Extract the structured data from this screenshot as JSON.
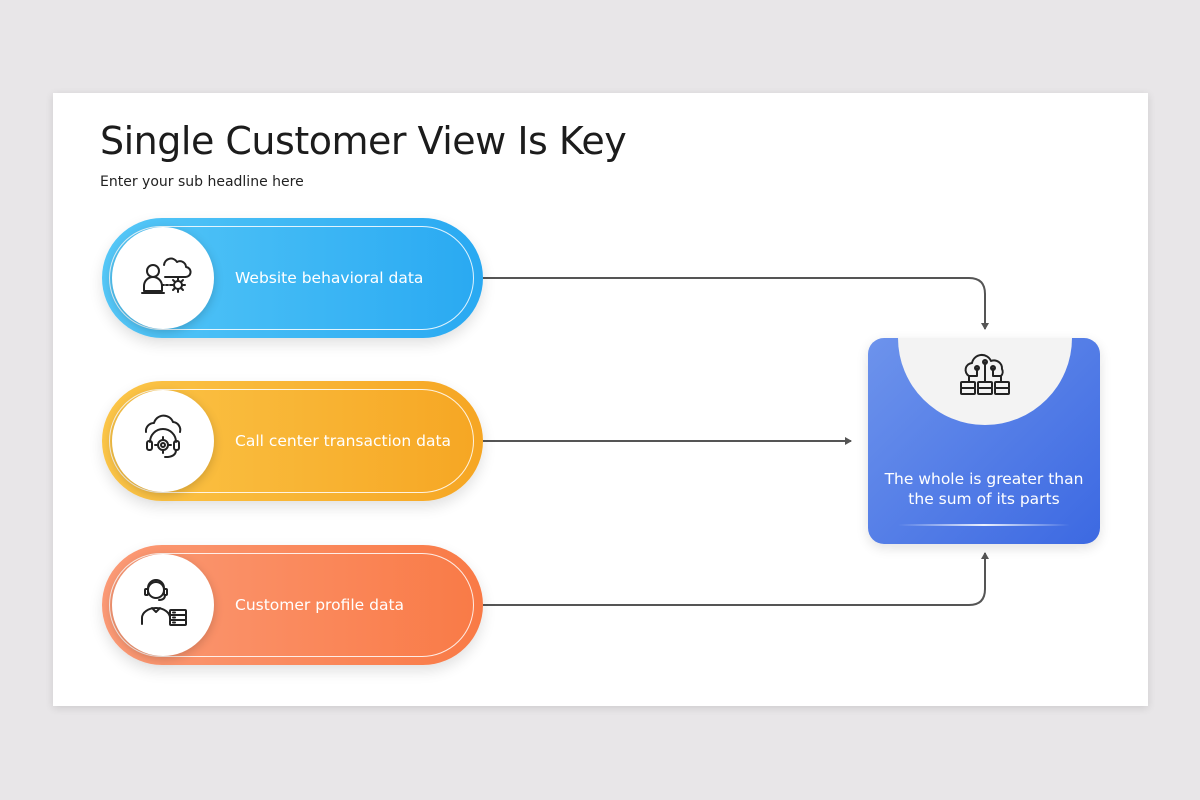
{
  "slide": {
    "title": "Single Customer View Is Key",
    "subtitle": "Enter your sub headline here"
  },
  "sources": [
    {
      "label": "Website behavioral data",
      "icon": "cloud-user-gear-icon",
      "color_start": "#55c7f7",
      "color_end": "#29a9f2"
    },
    {
      "label": "Call center transaction data",
      "icon": "cloud-headset-icon",
      "color_start": "#fbc548",
      "color_end": "#f6a623"
    },
    {
      "label": "Customer profile data",
      "icon": "agent-server-icon",
      "color_start": "#fb9a76",
      "color_end": "#f97a46"
    }
  ],
  "result": {
    "text_line1": "The whole is greater than",
    "text_line2": "the sum of its parts",
    "icon": "cloud-database-icon",
    "color_start": "#6d93ec",
    "color_end": "#3c69e2"
  },
  "connector_color": "#555555"
}
